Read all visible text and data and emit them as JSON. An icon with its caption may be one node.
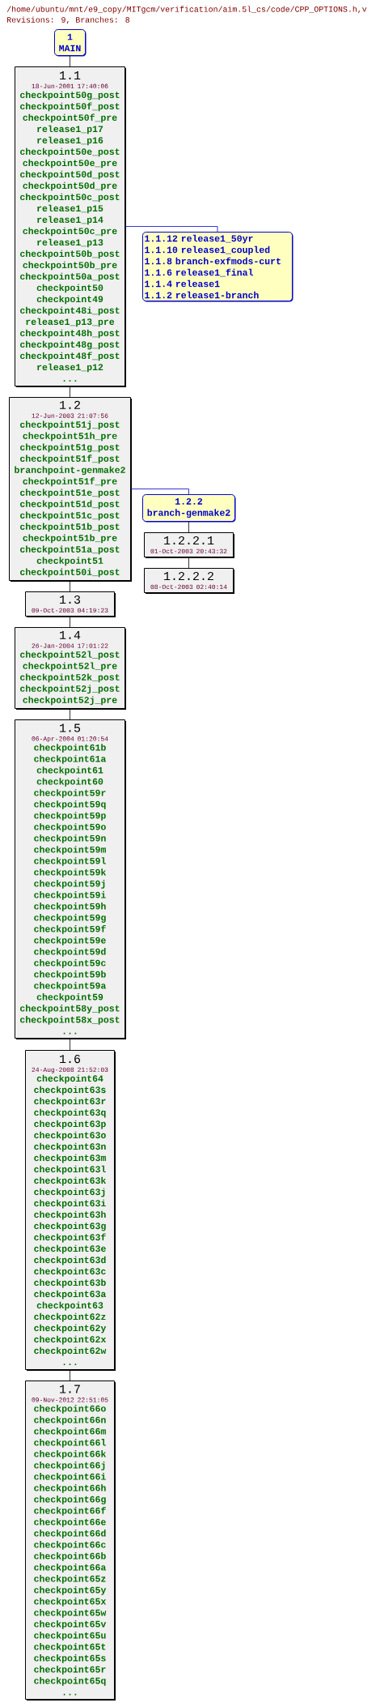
{
  "diagram": {
    "nodes": [
      {
        "text": [
          "1",
          "MAIN"
        ]
      },
      {
        "text": [
          "1.1",
          "18-Jun-2001 17:40:06",
          "checkpoint50g_post",
          "checkpoint50f_post",
          "checkpoint50f_pre",
          "release1_p17",
          "release1_p16",
          "checkpoint50e_post",
          "checkpoint50e_pre",
          "checkpoint50d_post",
          "checkpoint50d_pre",
          "checkpoint50c_post",
          "release1_p15",
          "release1_p14",
          "checkpoint50c_pre",
          "release1_p13",
          "checkpoint50b_post",
          "checkpoint50b_pre",
          "checkpoint50a_post",
          "checkpoint50",
          "checkpoint49",
          "checkpoint48i_post",
          "release1_p13_pre",
          "checkpoint48h_post",
          "checkpoint48g_post",
          "checkpoint48f_post",
          "release1_p12",
          "..."
        ]
      },
      {
        "text": [
          "1.1.12 release1_50yr",
          "1.1.10 release1_coupled",
          "1.1.8 branch-exfmods-curt",
          "1.1.6 release1_final",
          "1.1.4 release1",
          "1.1.2 release1-branch"
        ]
      },
      {
        "text": [
          "1.2",
          "12-Jun-2003 21:07:56",
          "checkpoint51j_post",
          "checkpoint51h_pre",
          "checkpoint51g_post",
          "checkpoint51f_post",
          "branchpoint-genmake2",
          "checkpoint51f_pre",
          "checkpoint51e_post",
          "checkpoint51d_post",
          "checkpoint51c_post",
          "checkpoint51b_post",
          "checkpoint51b_pre",
          "checkpoint51a_post",
          "checkpoint51",
          "checkpoint50i_post"
        ]
      },
      {
        "text": [
          "1.2.2",
          "branch-genmake2"
        ]
      },
      {
        "text": [
          "1.2.2.1",
          "01-Oct-2003 20:43:32"
        ]
      },
      {
        "text": [
          "1.2.2.2",
          "08-Oct-2003 02:40:14"
        ]
      },
      {
        "text": [
          "1.3",
          "09-Oct-2003 04:19:23"
        ]
      },
      {
        "text": [
          "1.4",
          "26-Jan-2004 17:01:22",
          "checkpoint52l_post",
          "checkpoint52l_pre",
          "checkpoint52k_post",
          "checkpoint52j_post",
          "checkpoint52j_pre"
        ]
      },
      {
        "text": [
          "1.5",
          "06-Apr-2004 01:20:54",
          "checkpoint61b",
          "checkpoint61a",
          "checkpoint61",
          "checkpoint60",
          "checkpoint59r",
          "checkpoint59q",
          "checkpoint59p",
          "checkpoint59o",
          "checkpoint59n",
          "checkpoint59m",
          "checkpoint59l",
          "checkpoint59k",
          "checkpoint59j",
          "checkpoint59i",
          "checkpoint59h",
          "checkpoint59g",
          "checkpoint59f",
          "checkpoint59e",
          "checkpoint59d",
          "checkpoint59c",
          "checkpoint59b",
          "checkpoint59a",
          "checkpoint59",
          "checkpoint58y_post",
          "checkpoint58x_post",
          "..."
        ]
      },
      {
        "text": [
          "1.6",
          "24-Aug-2008 21:52:03",
          "checkpoint64",
          "checkpoint63s",
          "checkpoint63r",
          "checkpoint63q",
          "checkpoint63p",
          "checkpoint63o",
          "checkpoint63n",
          "checkpoint63m",
          "checkpoint63l",
          "checkpoint63k",
          "checkpoint63j",
          "checkpoint63i",
          "checkpoint63h",
          "checkpoint63g",
          "checkpoint63f",
          "checkpoint63e",
          "checkpoint63d",
          "checkpoint63c",
          "checkpoint63b",
          "checkpoint63a",
          "checkpoint63",
          "checkpoint62z",
          "checkpoint62y",
          "checkpoint62x",
          "checkpoint62w",
          "..."
        ]
      },
      {
        "text": [
          "1.7",
          "09-Nov-2012 22:51:05",
          "checkpoint66o",
          "checkpoint66n",
          "checkpoint66m",
          "checkpoint66l",
          "checkpoint66k",
          "checkpoint66j",
          "checkpoint66i",
          "checkpoint66h",
          "checkpoint66g",
          "checkpoint66f",
          "checkpoint66e",
          "checkpoint66d",
          "checkpoint66c",
          "checkpoint66b",
          "checkpoint66a",
          "checkpoint65z",
          "checkpoint65y",
          "checkpoint65x",
          "checkpoint65w",
          "checkpoint65v",
          "checkpoint65u",
          "checkpoint65t",
          "checkpoint65s",
          "checkpoint65r",
          "checkpoint65q",
          "..."
        ]
      }
    ],
    "edges": [
      {
        "from": 0,
        "to": 1,
        "arrow": "none"
      },
      {
        "from": 1,
        "to": 2,
        "arrow": "none",
        "color": "#0000cc"
      },
      {
        "from": 1,
        "to": 3,
        "arrow": "none"
      },
      {
        "from": 3,
        "to": 4,
        "arrow": "none",
        "color": "#0000cc"
      },
      {
        "from": 4,
        "to": 5,
        "arrow": "none"
      },
      {
        "from": 5,
        "to": 6,
        "arrow": "none"
      },
      {
        "from": 3,
        "to": 7,
        "arrow": "none"
      },
      {
        "from": 7,
        "to": 8,
        "arrow": "none"
      },
      {
        "from": 8,
        "to": 9,
        "arrow": "none"
      },
      {
        "from": 9,
        "to": 10,
        "arrow": "none"
      },
      {
        "from": 10,
        "to": 11,
        "arrow": "none"
      }
    ],
    "labels": [
      "/home/ubuntu/mnt/e9_copy/MITgcm/verification/aim.5l_cs/code/CPP_OPTIONS.h,v",
      "Revisions: 9, Branches: 8"
    ]
  }
}
